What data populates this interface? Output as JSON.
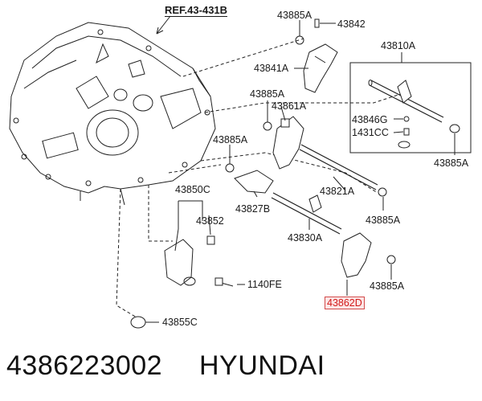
{
  "diagram": {
    "reference": "REF.43-431B",
    "labels": {
      "p43885A_top": "43885A",
      "p43842": "43842",
      "p43810A": "43810A",
      "p43841A": "43841A",
      "p43885A_mid": "43885A",
      "p43861A": "43861A",
      "p43846G": "43846G",
      "p1431CC": "1431CC",
      "p43885A_right": "43885A",
      "p43885A_left": "43885A",
      "p43821A": "43821A",
      "p43850C": "43850C",
      "p43827B": "43827B",
      "p43885A_lower": "43885A",
      "p43852": "43852",
      "p43830A": "43830A",
      "p43885A_bottom": "43885A",
      "p1140FE": "1140FE",
      "p43862D": "43862D",
      "p43855C": "43855C"
    },
    "highlight_color": "#d21a1a"
  },
  "footer": {
    "part_number": "4386223002",
    "brand": "HYUNDAI"
  }
}
